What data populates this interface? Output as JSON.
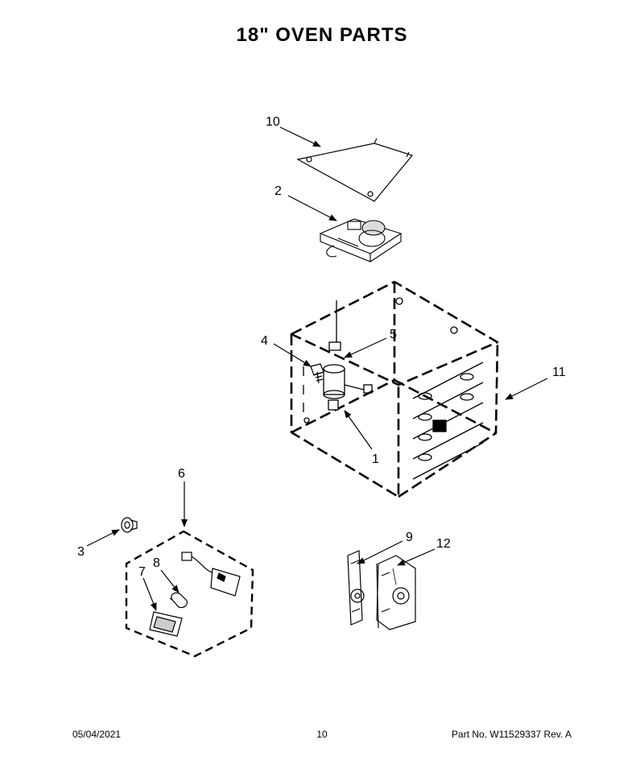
{
  "page": {
    "title": "18\" OVEN PARTS"
  },
  "callouts": {
    "c1": "1",
    "c2": "2",
    "c3": "3",
    "c4": "4",
    "c5": "5",
    "c6": "6",
    "c7": "7",
    "c8": "8",
    "c9": "9",
    "c10": "10",
    "c11": "11",
    "c12": "12"
  },
  "footer": {
    "date": "05/04/2021",
    "page_number": "10",
    "part_no": "Part No.  W11529337  Rev.  A"
  }
}
